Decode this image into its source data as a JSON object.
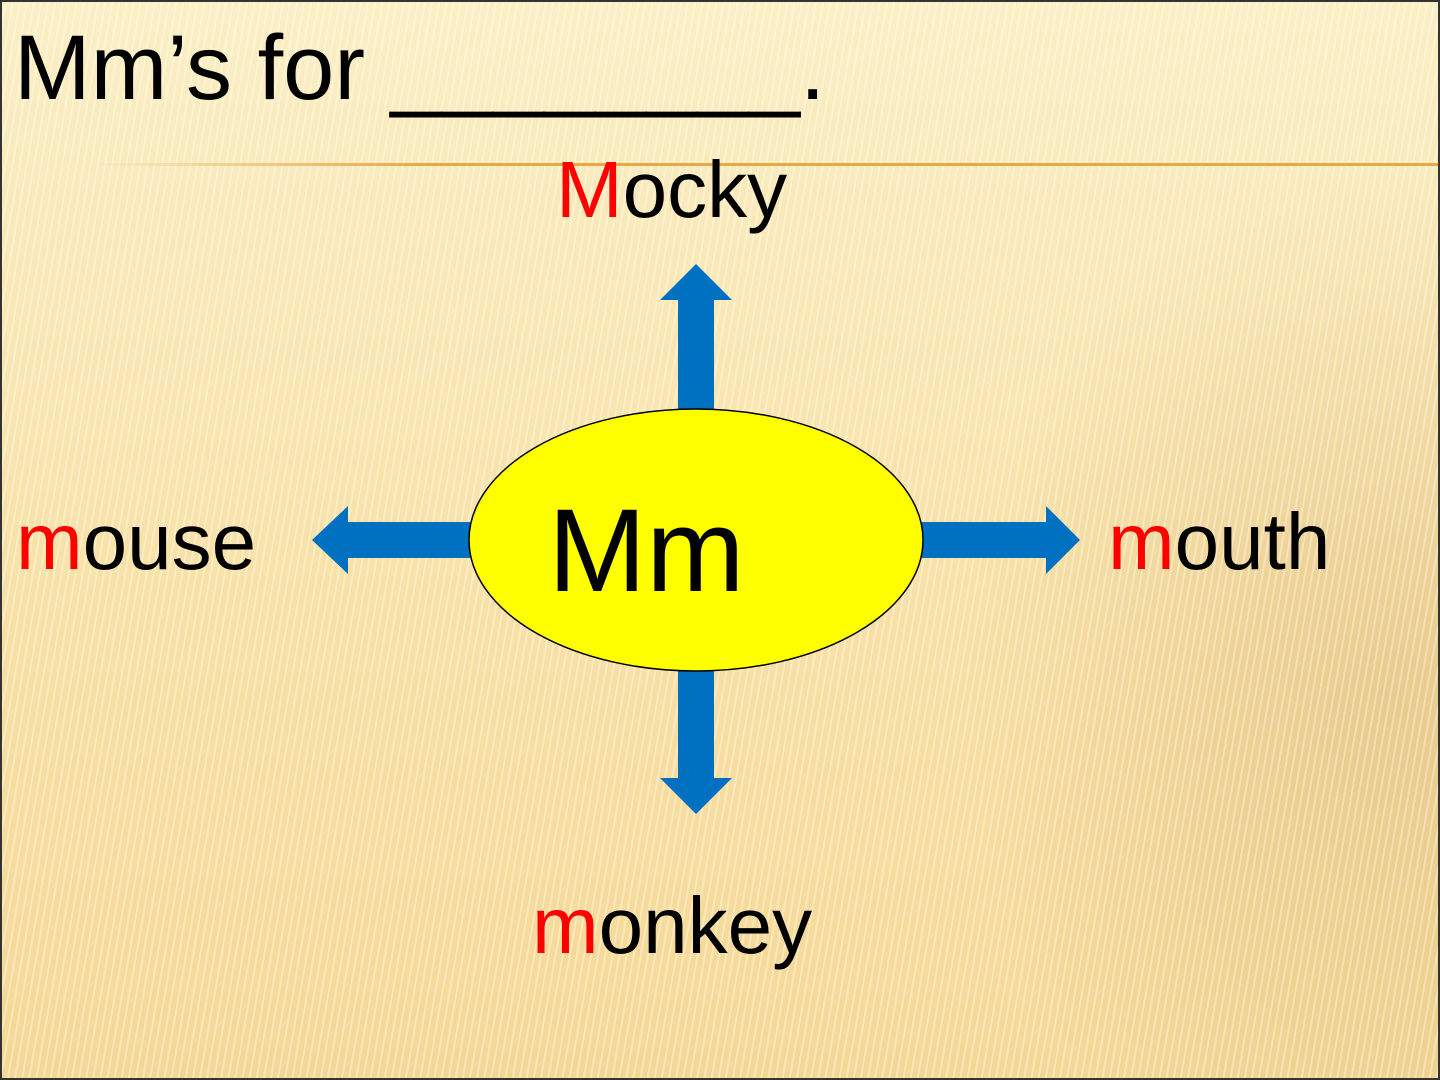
{
  "slide": {
    "title": "Mm’s for ________.",
    "center": "Mm",
    "words": {
      "top": {
        "first": "M",
        "rest": "ocky"
      },
      "left": {
        "first": "m",
        "rest": "ouse"
      },
      "right": {
        "first": "m",
        "rest": "outh"
      },
      "bottom": {
        "first": "m",
        "rest": "onkey"
      }
    }
  },
  "colors": {
    "arrow": "#0070c0",
    "ellipse_fill": "#ffff00",
    "highlight_letter": "#ff0000"
  }
}
